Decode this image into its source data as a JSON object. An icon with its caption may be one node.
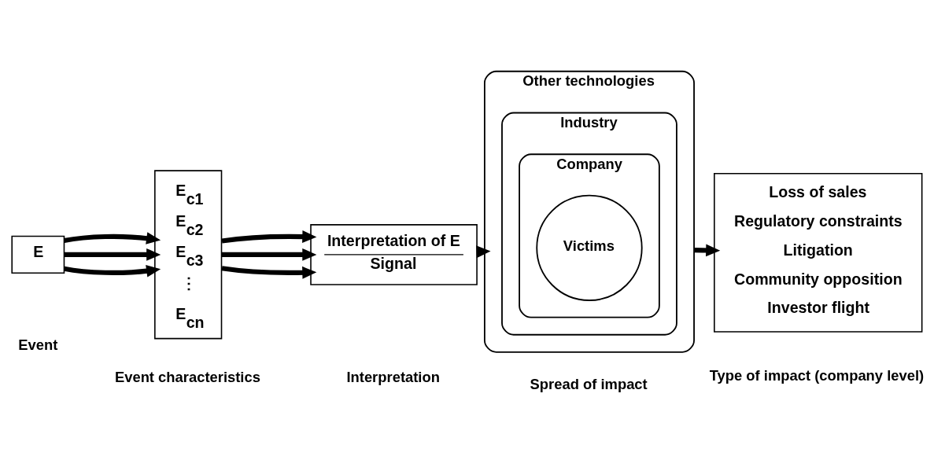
{
  "diagram": {
    "nodes": [
      {
        "text": [
          "E"
        ]
      },
      {
        "text": [
          "E$_{c1}$",
          "E$_{c2}$",
          "E$_{c3}$",
          "⋮",
          "E$_{cn}$"
        ]
      },
      {
        "text": [
          "Interpretation of E",
          "Signal"
        ]
      },
      {
        "text": [
          "Other technologies"
        ]
      },
      {
        "text": [
          "Industry"
        ],
        "in": 3
      },
      {
        "text": [
          "Company"
        ],
        "in": 4
      },
      {
        "text": [
          "Victims"
        ],
        "in": 5
      },
      {
        "text": [
          "Loss of sales",
          "Regulatory constraints",
          "Litigation",
          "Community opposition",
          "Investor flight"
        ]
      }
    ],
    "edges": [
      {
        "from": 0,
        "to": 1,
        "arrow": "to"
      },
      {
        "from": 0,
        "to": 1,
        "arrow": "to"
      },
      {
        "from": 0,
        "to": 1,
        "arrow": "to"
      },
      {
        "from": 1,
        "to": 2,
        "arrow": "to"
      },
      {
        "from": 1,
        "to": 2,
        "arrow": "to"
      },
      {
        "from": 1,
        "to": 2,
        "arrow": "to"
      },
      {
        "from": 2,
        "to": 3,
        "arrow": "to"
      },
      {
        "from": 3,
        "to": 7,
        "arrow": "to"
      }
    ],
    "labels": [
      "Event",
      "Event characteristics",
      "Interpretation",
      "Spread of impact",
      "Type of impact (company level)"
    ]
  }
}
